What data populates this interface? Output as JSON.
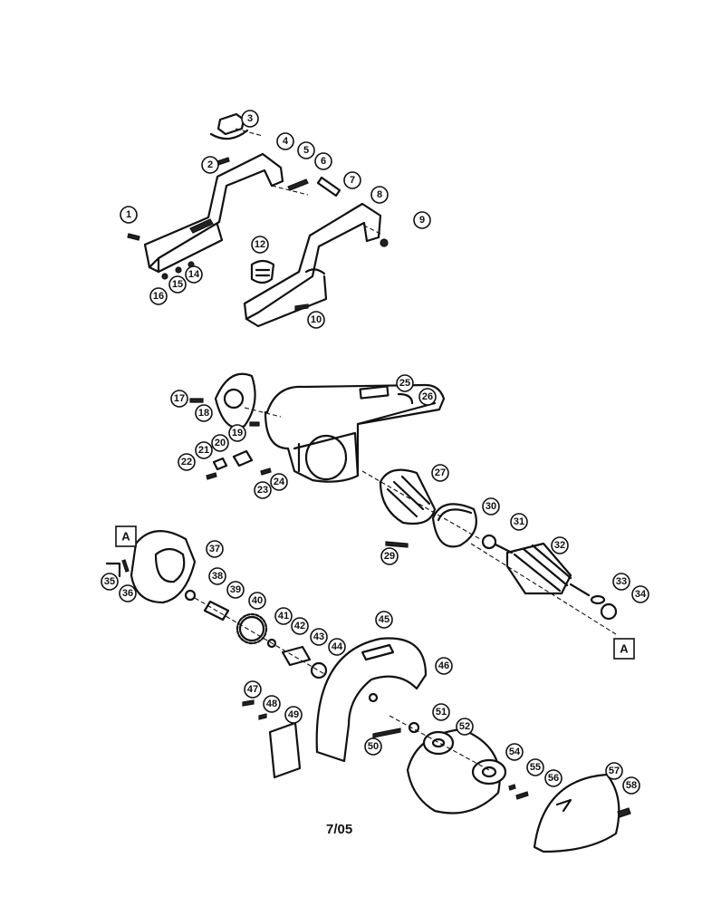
{
  "callouts": [
    "1",
    "2",
    "3",
    "4",
    "5",
    "6",
    "7",
    "8",
    "9",
    "10",
    "12",
    "14",
    "15",
    "16",
    "17",
    "18",
    "19",
    "20",
    "21",
    "22",
    "23",
    "24",
    "25",
    "26",
    "27",
    "29",
    "30",
    "31",
    "32",
    "33",
    "34",
    "35",
    "36",
    "37",
    "38",
    "39",
    "40",
    "41",
    "42",
    "43",
    "44",
    "45",
    "46",
    "47",
    "48",
    "49",
    "50",
    "51",
    "52",
    "54",
    "55",
    "56",
    "57",
    "58"
  ],
  "reference_marks": [
    "A",
    "A"
  ],
  "footer": {
    "date_code": "7/05"
  }
}
